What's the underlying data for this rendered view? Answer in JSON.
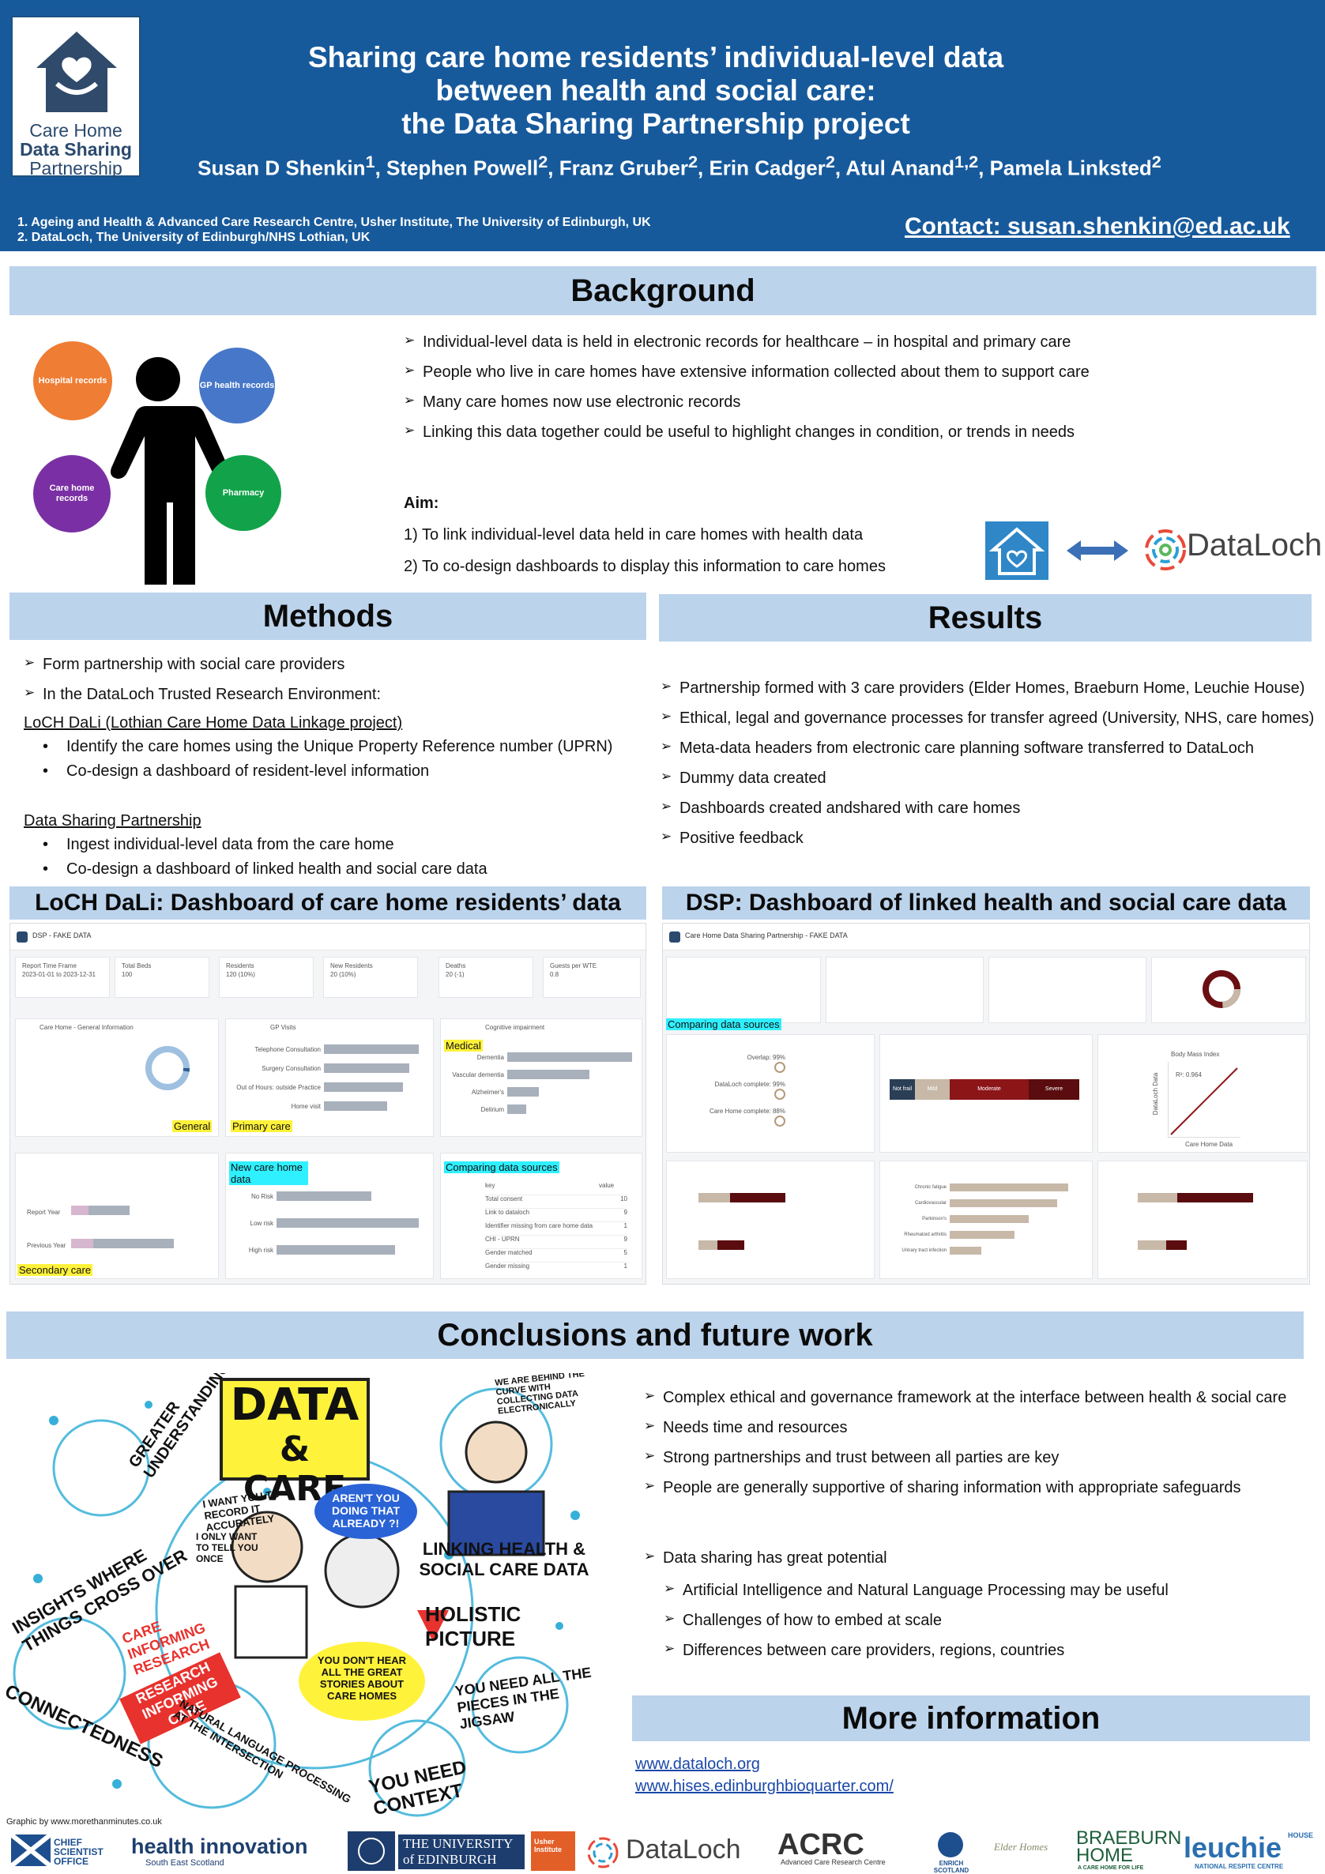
{
  "header": {
    "logo": {
      "line1": "Care Home",
      "line2": "Data Sharing",
      "line3": "Partnership"
    },
    "title_lines": [
      "Sharing care home residents’ individual-level data",
      "between health and social care:",
      "the Data Sharing Partnership project"
    ],
    "authors": [
      {
        "name": "Susan D Shenkin",
        "sup": "1"
      },
      {
        "name": "Stephen Powell",
        "sup": "2"
      },
      {
        "name": "Franz Gruber",
        "sup": "2"
      },
      {
        "name": "Erin Cadger",
        "sup": "2"
      },
      {
        "name": "Atul Anand",
        "sup": "1,2"
      },
      {
        "name": "Pamela Linksted",
        "sup": "2"
      }
    ],
    "affiliations": [
      "1. Ageing and Health & Advanced Care Research Centre, Usher Institute, The University of Edinburgh, UK",
      "2. DataLoch, The University of Edinburgh/NHS Lothian, UK"
    ],
    "contact": "Contact: susan.shenkin@ed.ac.uk",
    "colors": {
      "header_bg": "#175a9c",
      "band_bg": "#bcd3ec"
    }
  },
  "background": {
    "heading": "Background",
    "circles": {
      "hospital": "Hospital records",
      "gp": "GP health records",
      "carehome": "Care home records",
      "pharmacy": "Pharmacy"
    },
    "bullets": [
      "Individual-level data is held in electronic records for healthcare – in hospital and primary care",
      "People who live in care homes have extensive information collected about them to support care",
      "Many care homes now use electronic records",
      "Linking this data together could be useful to highlight changes in condition, or trends in needs"
    ],
    "aim_label": "Aim:",
    "aims": [
      "1)  To link individual-level data held in care homes with health data",
      "2)  To co-design dashboards to display this information to care homes"
    ],
    "dataloch_logo": "DataLoch"
  },
  "methods": {
    "heading": "Methods",
    "bullet1": "Form partnership with social care providers",
    "bullet2": "In the DataLoch Trusted Research Environment:",
    "loch_title": "LoCH DaLi (Lothian Care Home Data Linkage project)",
    "loch_items": [
      "Identify the care homes using the Unique Property Reference number (UPRN)",
      "Co-design a dashboard of resident-level information"
    ],
    "dsp_title": "Data Sharing Partnership",
    "dsp_items": [
      "Ingest individual-level data from the care home",
      "Co-design a dashboard of linked health and social care data"
    ]
  },
  "results": {
    "heading": "Results",
    "bullets": [
      "Partnership formed with 3 care providers (Elder Homes, Braeburn Home, Leuchie House)",
      "Ethical, legal and governance processes for transfer agreed (University, NHS, care homes)",
      "Meta-data headers from electronic care planning software transferred to DataLoch",
      "Dummy data created",
      "Dashboards created andshared with care homes",
      "Positive feedback"
    ]
  },
  "dash_left": {
    "heading": "LoCH DaLi: Dashboard of care home residents’ data",
    "app_title": "DSP - FAKE DATA",
    "tiles": [
      {
        "label": "Report Time Frame",
        "value": "2023-01-01 to 2023-12-31"
      },
      {
        "label": "Total Beds",
        "value": "100"
      },
      {
        "label": "Residents",
        "value": "120 (10%)"
      },
      {
        "label": "New Residents",
        "value": "20 (10%)"
      },
      {
        "label": "Deaths",
        "value": "20 (-1)"
      },
      {
        "label": "Guests per WTE",
        "value": "0.8"
      }
    ],
    "panel_tabs": [
      "Care Home - General Information",
      "GP Visits",
      "Cognitive impairment"
    ],
    "highlights": {
      "general": "General",
      "primary": "Primary care",
      "medical": "Medical",
      "new_home": "New care home data",
      "comparing": "Comparing data sources",
      "secondary": "Secondary care"
    },
    "gp_rows": [
      "Telephone Consultation",
      "Surgery Consultation",
      "Out of Hours: outside Practice",
      "Home visit"
    ],
    "cog_rows": [
      "Dementia",
      "Vascular dementia",
      "Alzheimer's",
      "Delirium"
    ],
    "risk_rows": [
      "No Risk",
      "Low risk",
      "High risk"
    ],
    "table_head": [
      "key",
      "value"
    ],
    "table_rows": [
      [
        "Total consent",
        "10"
      ],
      [
        "Link to dataloch",
        "9"
      ],
      [
        "Identifier missing from care home data",
        "1"
      ],
      [
        "CHI - UPRN",
        "9"
      ],
      [
        "Gender matched",
        "5"
      ],
      [
        "Gender missing",
        "1"
      ]
    ],
    "admission_rows": [
      "Report Year",
      "Previous Year"
    ]
  },
  "dash_right": {
    "heading": "DSP: Dashboard of linked health and social care data",
    "app_title": "Care Home Data Sharing Partnership - FAKE DATA",
    "highlight": "Comparing data sources",
    "completeness": [
      "Overlap: 99%",
      "DataLoch complete: 99%",
      "Care Home complete: 88%"
    ],
    "frailty": [
      "Not frail",
      "Mild",
      "Moderate",
      "Severe"
    ],
    "bmi_title": "Body Mass Index",
    "bmi_r2": "R²: 0.964",
    "bmi_x": "Care Home Data",
    "bmi_y": "DataLoch Data",
    "morbidities": [
      "Chronic fatigue",
      "Cardiovascular",
      "Parkinson's",
      "Rheumatoid arthritis",
      "Urinary tract infection"
    ]
  },
  "conclusions": {
    "heading": "Conclusions and future work",
    "bullets": [
      "Complex ethical and governance framework at the interface between health & social care",
      "Needs time and resources",
      "Strong partnerships and trust between all parties are key",
      "People are generally supportive of sharing information with appropriate safeguards"
    ],
    "potential": "Data sharing has great potential",
    "sub_bullets": [
      "Artificial Intelligence and Natural Language Processing may be useful",
      "Challenges of how to embed at scale",
      "Differences between care providers, regions, countries"
    ],
    "graphic": {
      "title1": "DATA",
      "title2": "& CARE",
      "phrases": [
        "GREATER UNDERSTANDING",
        "WE ARE BEHIND THE CURVE WITH COLLECTING DATA ELECTRONICALLY",
        "I WANT YOU TO RECORD IT ACCURATELY",
        "I ONLY WANT TO TELL YOU ONCE",
        "AREN'T YOU DOING THAT ALREADY ?!",
        "LINKING HEALTH & SOCIAL CARE DATA",
        "INSIGHTS WHERE THINGS CROSS OVER",
        "CARE INFORMING RESEARCH",
        "HOLISTIC PICTURE",
        "YOU DON'T HEAR ALL THE GREAT STORIES ABOUT CARE HOMES",
        "RESEARCH INFORMING CARE",
        "YOU NEED ALL THE PIECES IN THE JIGSAW",
        "CONNECTEDNESS",
        "NATURAL LANGUAGE PROCESSING AT THE INTERSECTION",
        "YOU NEED CONTEXT"
      ],
      "credit": "Graphic by www.morethanminutes.co.uk"
    }
  },
  "more_info": {
    "heading": "More information",
    "links": [
      "www.dataloch.org",
      "www.hises.edinburghbioquarter.com/"
    ]
  },
  "footer_logos": {
    "cso": "CHIEF SCIENTIST OFFICE",
    "hi": "health innovation",
    "hi_sub": "South East Scotland",
    "uoe": "THE UNIVERSITY of EDINBURGH",
    "usher": "Usher Institute",
    "dataloch": "DataLoch",
    "acrc": "ACRC",
    "acrc_sub": "Advanced Care Research Centre",
    "enrich": "ENRICH SCOTLAND",
    "elder": "Elder Homes",
    "braeburn1": "BRAEBURN",
    "braeburn2": "HOME",
    "braeburn_sub": "A CARE HOME FOR LIFE",
    "leuchie": "leuchie",
    "leuchie_house": "HOUSE",
    "leuchie_sub": "NATIONAL RESPITE CENTRE"
  }
}
